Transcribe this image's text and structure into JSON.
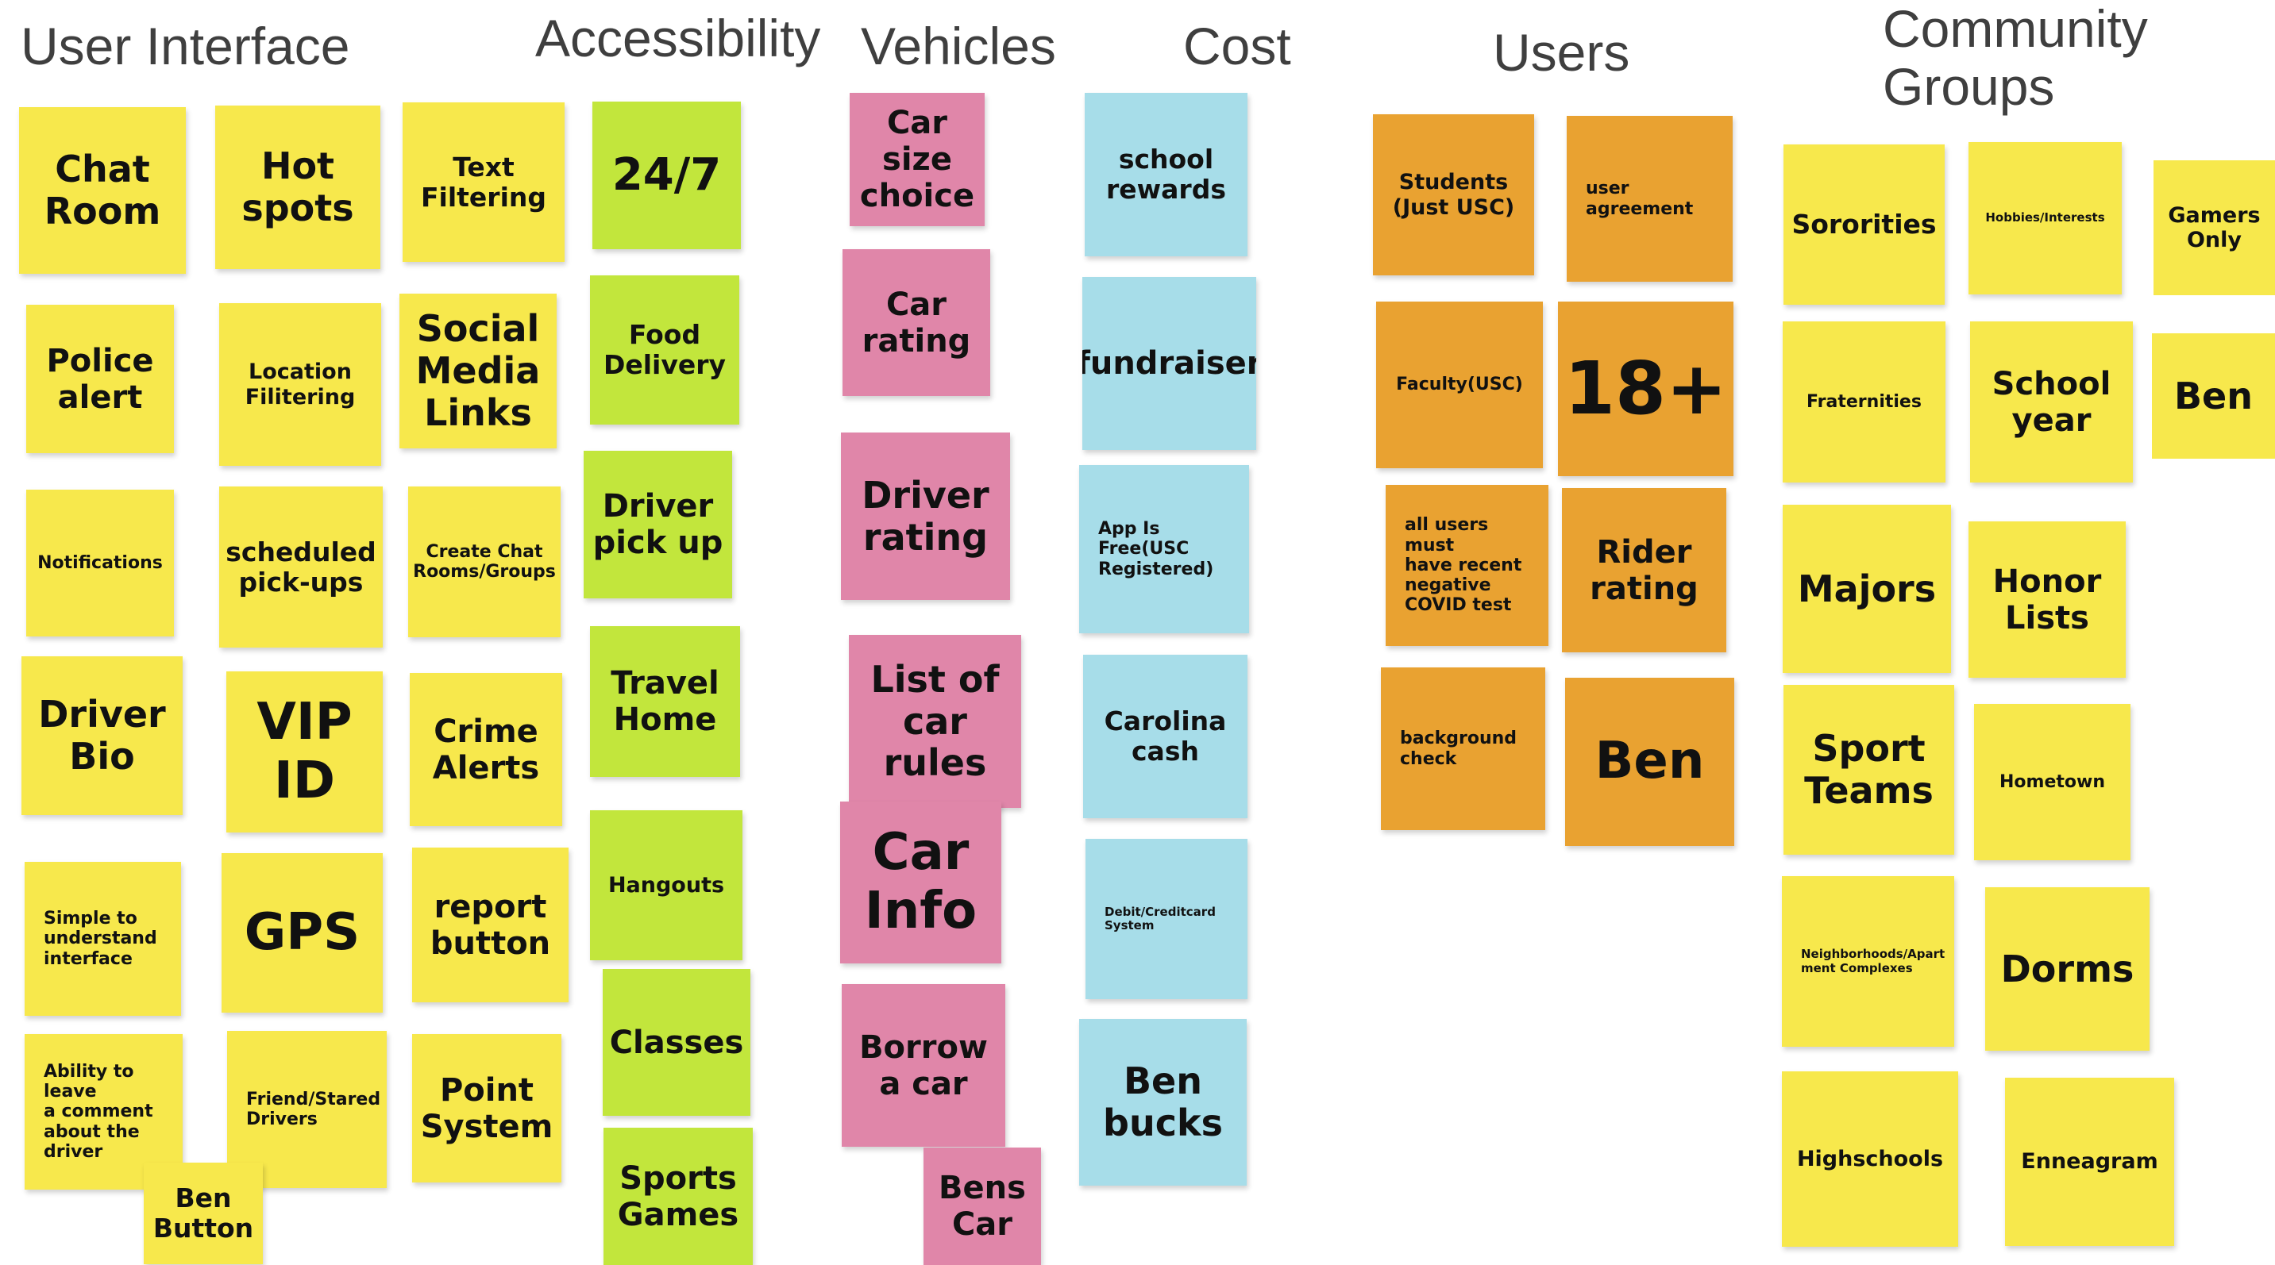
{
  "headings": {
    "user_interface": "User Interface",
    "accessibility": "Accessibility",
    "vehicles": "Vehicles",
    "cost": "Cost",
    "users": "Users",
    "community_groups": "Community\nGroups"
  },
  "notes": {
    "ui": {
      "chat_room": "Chat\nRoom",
      "hot_spots": "Hot\nspots",
      "text_filtering": "Text\nFiltering",
      "police_alert": "Police\nalert",
      "location_filtering": "Location\nFilitering",
      "social_media_links": "Social\nMedia\nLinks",
      "notifications": "Notifications",
      "scheduled_pickups": "scheduled\npick-ups",
      "create_chat_rooms": "Create Chat\nRooms/Groups",
      "driver_bio": "Driver\nBio",
      "vip_id": "VIP\nID",
      "crime_alerts": "Crime\nAlerts",
      "simple_interface": "Simple to\nunderstand\ninterface",
      "gps": "GPS",
      "report_button": "report\nbutton",
      "leave_comment": "Ability to leave\na comment\nabout the\ndriver",
      "friend_drivers": "Friend/Stared\nDrivers",
      "point_system": "Point\nSystem",
      "ben_button": "Ben\nButton"
    },
    "accessibility": {
      "open_24_7": "24/7",
      "food_delivery": "Food\nDelivery",
      "driver_pick_up": "Driver\npick up",
      "travel_home": "Travel\nHome",
      "hangouts": "Hangouts",
      "classes": "Classes",
      "sports_games": "Sports\nGames"
    },
    "vehicles": {
      "car_size_choice": "Car\nsize\nchoice",
      "car_rating": "Car\nrating",
      "driver_rating": "Driver\nrating",
      "list_car_rules": "List of\ncar\nrules",
      "car_info": "Car\nInfo",
      "borrow_a_car": "Borrow\na car",
      "bens_car": "Bens\nCar"
    },
    "cost": {
      "school_rewards": "school\nrewards",
      "fundraiser": "fundraiser",
      "app_is_free": "App Is\nFree(USC\nRegistered)",
      "carolina_cash": "Carolina\ncash",
      "debit_credit": "Debit/Creditcard\nSystem",
      "ben_bucks": "Ben\nbucks"
    },
    "users": {
      "students": "Students\n(Just USC)",
      "user_agreement": "user\nagreement",
      "faculty": "Faculty(USC)",
      "age_18_plus": "18+",
      "covid_test": "all users must\nhave recent\nnegative\nCOVID test",
      "rider_rating": "Rider\nrating",
      "background_check": "background\ncheck",
      "ben": "Ben"
    },
    "community": {
      "sororities": "Sororities",
      "hobbies_interests": "Hobbies/Interests",
      "gamers_only": "Gamers\nOnly",
      "fraternities": "Fraternities",
      "school_year": "School\nyear",
      "ben": "Ben",
      "majors": "Majors",
      "honor_lists": "Honor\nLists",
      "sport_teams": "Sport\nTeams",
      "hometown": "Hometown",
      "neighborhoods": "Neighborhoods/Apart\nment Complexes",
      "dorms": "Dorms",
      "highschools": "Highschools",
      "enneagram": "Enneagram"
    }
  },
  "colors": {
    "yellow": "#f7e84c",
    "green": "#c2e63c",
    "pink": "#e086a9",
    "blue": "#a7dde9",
    "orange": "#e9a231",
    "heading_text": "#3f3f3f"
  }
}
